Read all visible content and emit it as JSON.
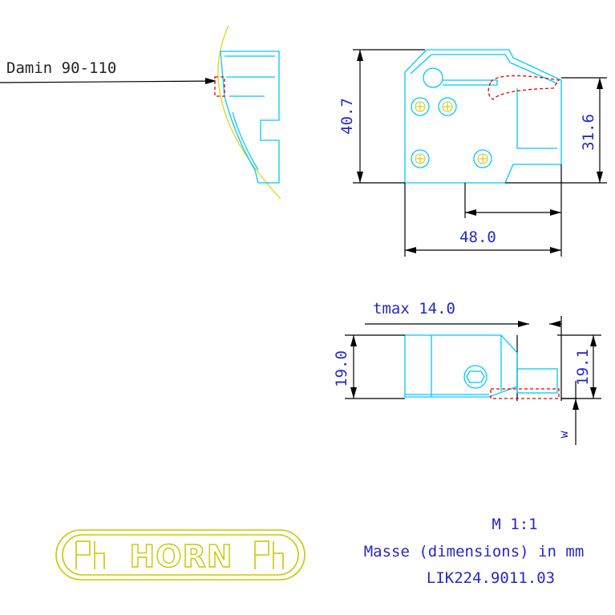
{
  "callout": {
    "label": "Damin 90-110"
  },
  "dimensions": {
    "height_total": "40.7",
    "height_right": "31.6",
    "width": "48.0",
    "tmax": "tmax 14.0",
    "thickness": "19.0",
    "thickness_right": "19.1",
    "w_label": "w"
  },
  "notes": {
    "scale": "M 1:1",
    "units": "Masse (dimensions) in mm",
    "part_number": "LIK224.9011.03"
  },
  "logo": {
    "text": "HORN"
  },
  "colors": {
    "outline": "#00c8ff",
    "dimension_text": "#2727c8",
    "dimension_lines": "#000000",
    "cut_edge": "#e00000",
    "logo": "#c8c800"
  }
}
